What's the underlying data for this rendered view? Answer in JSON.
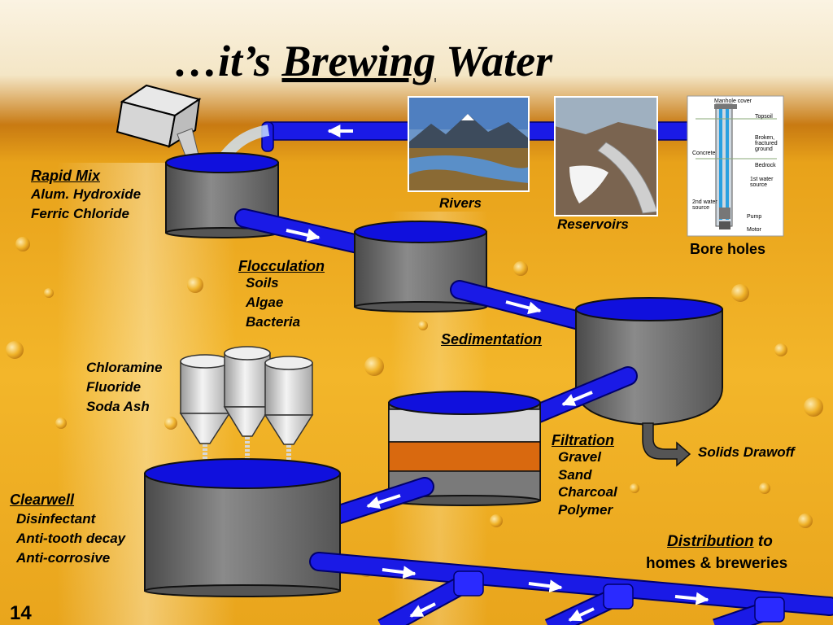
{
  "title": {
    "prefix": "…it’s ",
    "emphasis": "Brewing",
    "suffix": " Water"
  },
  "sources": {
    "rivers": "Rivers",
    "reservoirs": "Reservoirs",
    "bore_holes": "Bore holes"
  },
  "bore_diagram": {
    "manhole": "Manhole cover",
    "topsoil": "Topsoil",
    "broken": "Broken,",
    "fractured": "fractured",
    "ground": "ground",
    "concrete": "Concrete",
    "bedrock": "Bedrock",
    "first_source_1": "1st water",
    "first_source_2": "source",
    "second_source_1": "2nd water",
    "second_source_2": "source",
    "pump": "Pump",
    "motor": "Motor"
  },
  "rapid_mix": {
    "heading": "Rapid Mix",
    "items": [
      "Alum. Hydroxide",
      "Ferric Chloride"
    ]
  },
  "flocculation": {
    "heading": "Flocculation",
    "items": [
      "Soils",
      "Algae",
      "Bacteria"
    ]
  },
  "sedimentation": {
    "heading": "Sedimentation"
  },
  "chemicals": {
    "items": [
      "Chloramine",
      "Fluoride",
      "Soda Ash"
    ]
  },
  "filtration": {
    "heading": "Filtration",
    "items": [
      "Gravel",
      "Sand",
      "Charcoal",
      "Polymer"
    ]
  },
  "solids": {
    "label": "Solids Drawoff"
  },
  "clearwell": {
    "heading": "Clearwell",
    "items": [
      "Disinfectant",
      "Anti-tooth decay",
      "Anti-corrosive"
    ]
  },
  "distribution": {
    "keyword": "Distribution",
    "to": " to",
    "line2": "homes & breweries"
  },
  "slide_number": "14",
  "colors": {
    "pipe": "#1a1ae6",
    "water": "#1010dd",
    "tank": "#6e6e6e",
    "beer": "#f2b319",
    "sand": "#d9690f"
  }
}
